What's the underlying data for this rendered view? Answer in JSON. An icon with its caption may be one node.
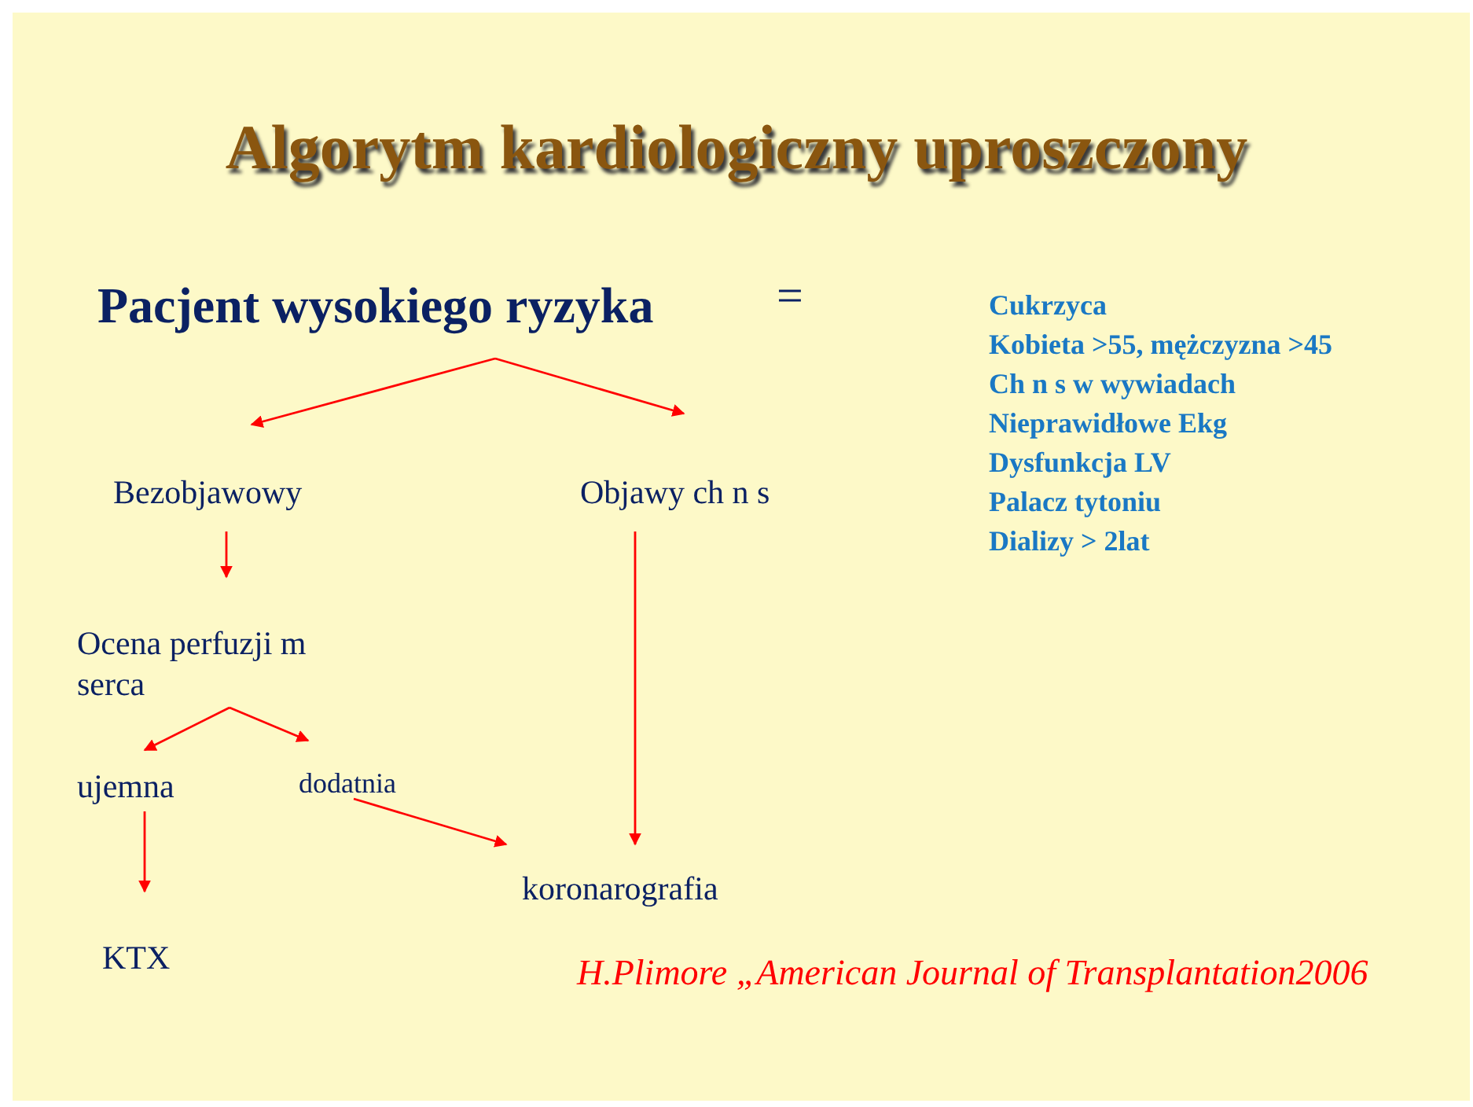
{
  "diagram": {
    "title": "Algorytm kardiologiczny uproszczony",
    "nodes": [
      {
        "text": [
          "Pacjent wysokiego ryzyka"
        ],
        "beside": [
          "="
        ]
      },
      {
        "text": [
          "Bezobjawowy"
        ]
      },
      {
        "text": [
          "Objawy ch n s"
        ]
      },
      {
        "text": [
          "Ocena perfuzji m serca"
        ]
      },
      {
        "text": [
          "ujemna"
        ]
      },
      {
        "text": [
          "dodatnia"
        ]
      },
      {
        "text": [
          "koronarografia"
        ]
      },
      {
        "text": [
          "KTX"
        ]
      }
    ],
    "edges": [
      {
        "from": 0,
        "to": 1,
        "arrow": "to"
      },
      {
        "from": 0,
        "to": 2,
        "arrow": "to"
      },
      {
        "from": 1,
        "to": 3,
        "arrow": "to"
      },
      {
        "from": 3,
        "to": 4,
        "arrow": "to"
      },
      {
        "from": 3,
        "to": 5,
        "arrow": "to"
      },
      {
        "from": 4,
        "to": 7,
        "arrow": "to"
      },
      {
        "from": 5,
        "to": 6,
        "arrow": "to"
      },
      {
        "from": 2,
        "to": 6,
        "arrow": "to"
      }
    ],
    "labels": [
      "Cukrzyca",
      "Kobieta >55, mężczyzna >45",
      "Ch n s w wywiadach",
      "Nieprawidłowe Ekg",
      "Dysfunkcja LV",
      "Palacz tytoniu",
      "Dializy > 2lat",
      "H.Plimore „American Journal of Transplantation2006"
    ]
  }
}
